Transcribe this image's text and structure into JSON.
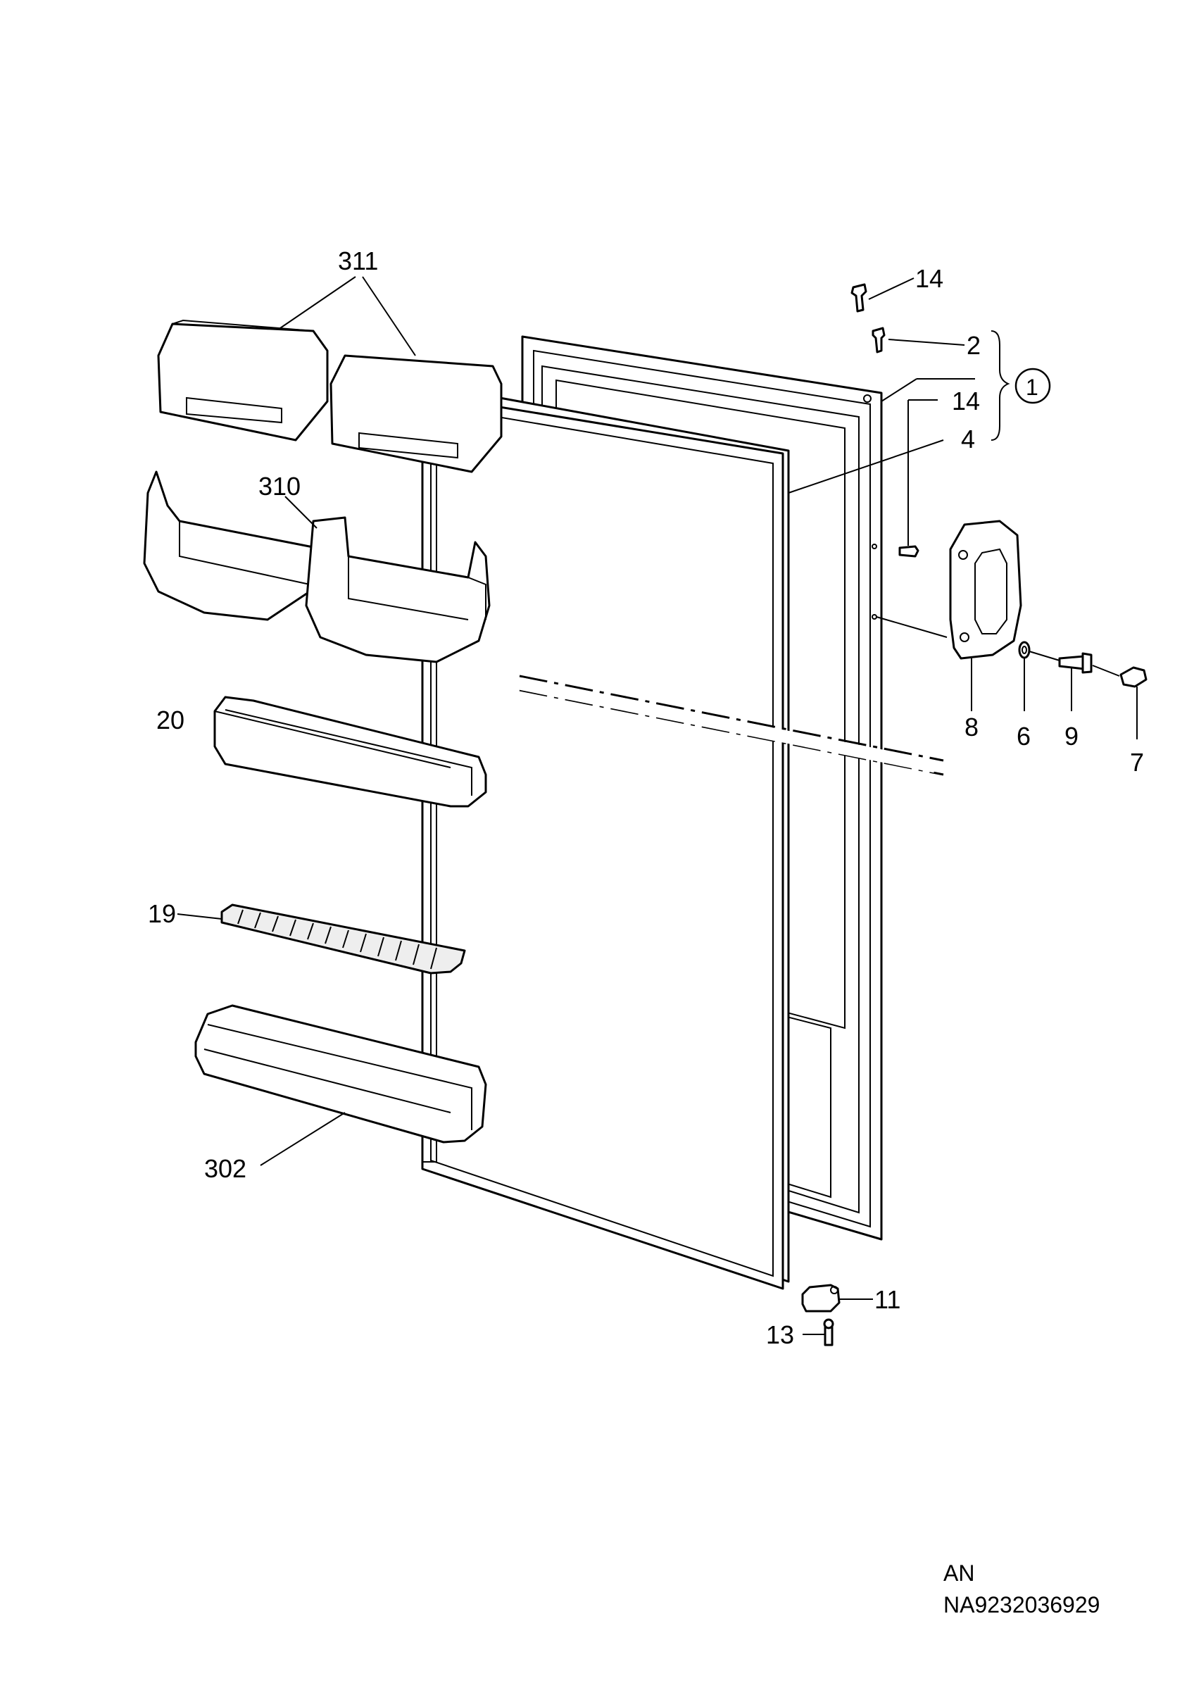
{
  "callouts": {
    "c311": "311",
    "c310": "310",
    "c20": "20",
    "c19": "19",
    "c302": "302",
    "c14a": "14",
    "c2": "2",
    "c1": "1",
    "c14b": "14",
    "c4": "4",
    "c8": "8",
    "c6": "6",
    "c9": "9",
    "c7": "7",
    "c11": "11",
    "c13": "13"
  },
  "footer": {
    "region_code": "AN",
    "drawing_number": "NA9232036929"
  }
}
